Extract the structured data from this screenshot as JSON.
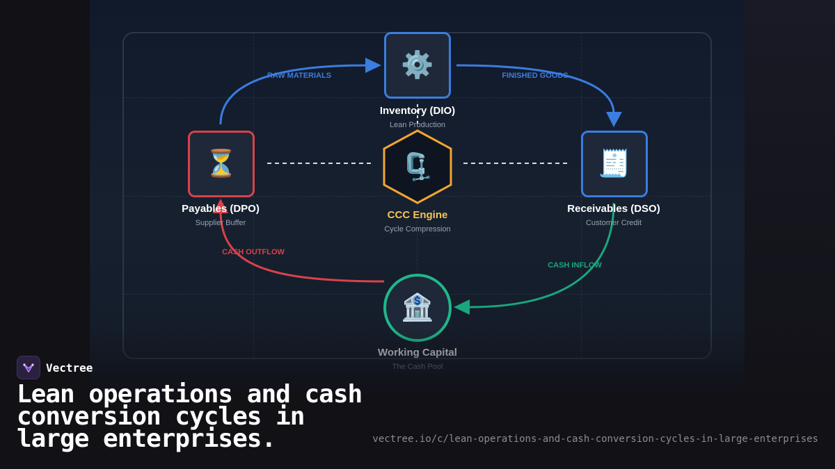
{
  "diagram": {
    "center": {
      "title": "CCC Engine",
      "subtitle": "Cycle Compression",
      "icon": "clamp-icon"
    },
    "inventory": {
      "title": "Inventory (DIO)",
      "subtitle": "Lean Production",
      "icon": "gear-icon"
    },
    "payables": {
      "title": "Payables (DPO)",
      "subtitle": "Supplier Buffer",
      "icon": "hourglass-icon"
    },
    "receivables": {
      "title": "Receivables (DSO)",
      "subtitle": "Customer Credit",
      "icon": "receipt-icon"
    },
    "working_capital": {
      "title": "Working Capital",
      "subtitle": "The Cash Pool",
      "icon": "bank-icon"
    },
    "flows": {
      "raw_materials": "RAW MATERIALS",
      "finished_goods": "FINISHED GOODS",
      "cash_inflow": "CASH INFLOW",
      "cash_outflow": "CASH OUTFLOW"
    },
    "colors": {
      "blue": "#3b7de0",
      "red": "#d9424a",
      "green": "#1aa67e",
      "amber": "#f2a531",
      "center_title": "#f6c453"
    }
  },
  "footer": {
    "brand": "Vectree",
    "headline": "Lean operations and cash conversion cycles in large enterprises.",
    "url": "vectree.io/c/lean-operations-and-cash-conversion-cycles-in-large-enterprises"
  }
}
